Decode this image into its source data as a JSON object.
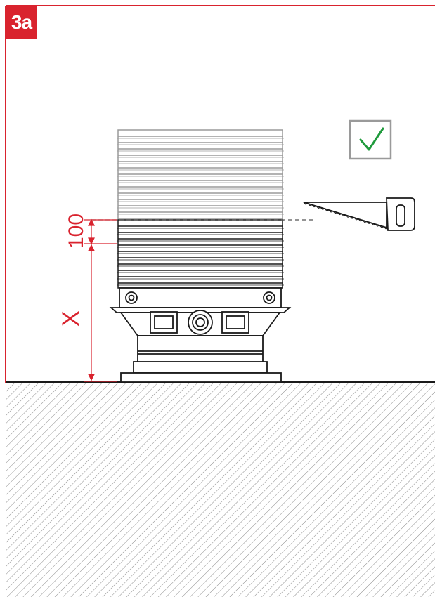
{
  "step_label": "3a",
  "dimension_cut": "100",
  "dimension_height": "X",
  "check_icon": "checkmark-icon",
  "saw_icon": "hand-saw-icon",
  "colors": {
    "accent_red": "#d9232e",
    "check_green": "#1f9a3c",
    "line_dark": "#1a1a1a",
    "line_grey": "#9a9a9a",
    "hatch": "#8c8c8c"
  }
}
